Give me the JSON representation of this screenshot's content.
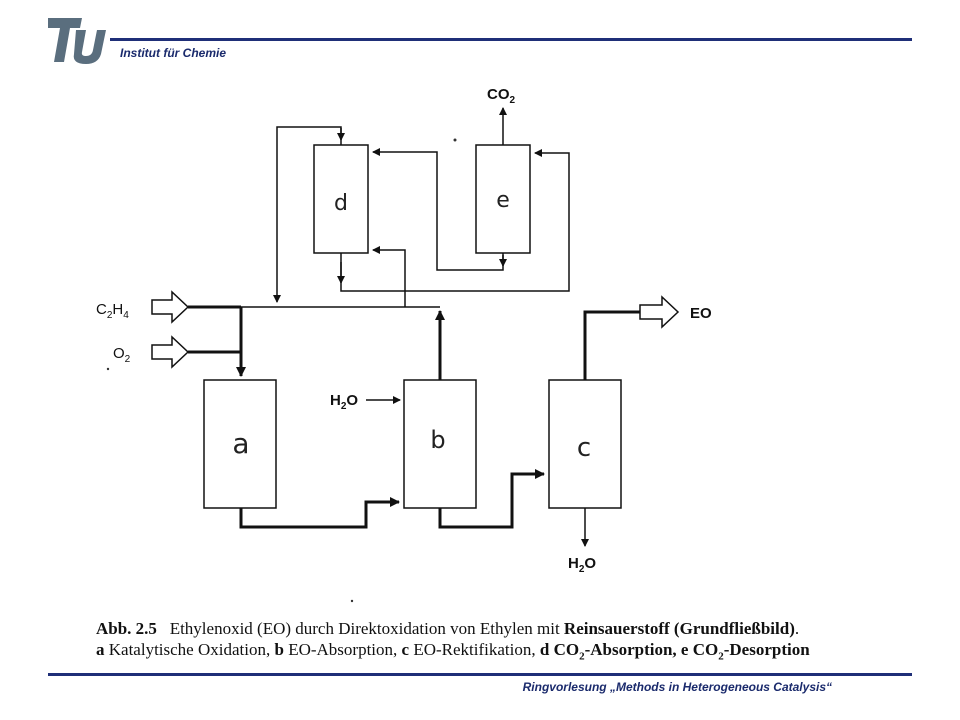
{
  "header": {
    "institute": "Institut für Chemie"
  },
  "footer": {
    "text": "Ringvorlesung „Methods in Heterogeneous Catalysis“"
  },
  "colors": {
    "accent": "#1f2f78",
    "logo": "#5a6e7e"
  },
  "diagram": {
    "units": {
      "a": "a",
      "b": "b",
      "c": "c",
      "d": "d",
      "e": "e"
    },
    "streams": {
      "c2h4": {
        "main": "C",
        "s1": "2",
        "mid": "H",
        "s2": "4"
      },
      "o2": {
        "main": "O",
        "s1": "2"
      },
      "h2o_in": {
        "main": "H",
        "s1": "2",
        "tail": "O"
      },
      "h2o_out": {
        "main": "H",
        "s1": "2",
        "tail": "O"
      },
      "co2": {
        "main": "CO",
        "s1": "2"
      },
      "eo": "EO"
    }
  },
  "caption": {
    "line1": {
      "fig": "Abb. 2.5",
      "text": "Ethylenoxid (EO) durch Direktoxidation von Ethylen mit",
      "bold": "Reinsauerstoff (Grundfließbild)",
      "end": "."
    },
    "line2": {
      "a_key": "a",
      "a_text": "Katalytische Oxidation,",
      "b_key": "b",
      "b_text": "EO-Absorption,",
      "c_key": "c",
      "c_text": "EO-Rektifikation,",
      "d_key": "d",
      "d_text_pre": "CO",
      "d_sub": "2",
      "d_text_post": "-Absorption,",
      "e_key": "e",
      "e_text_pre": "CO",
      "e_sub": "2",
      "e_text_post": "-Desorption"
    }
  }
}
